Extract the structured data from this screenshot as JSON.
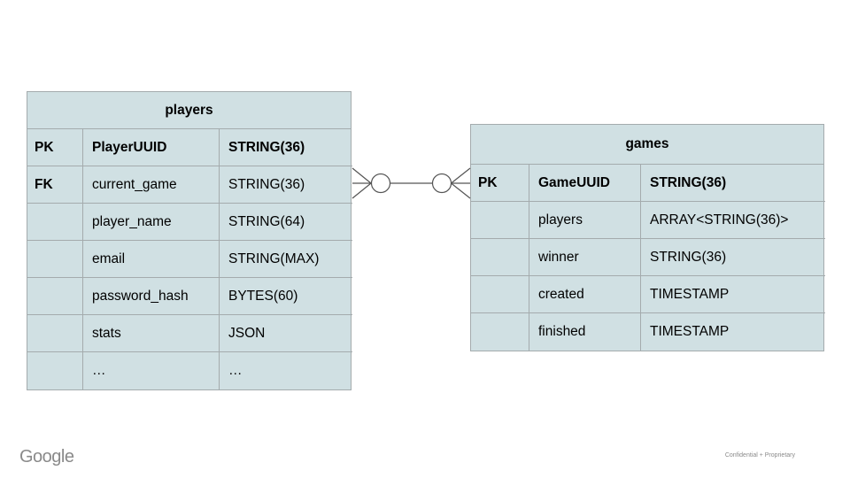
{
  "slide": {
    "footer": {
      "logo_text": "Google",
      "confidential_text": "Confidential + Proprietary"
    }
  },
  "colors": {
    "cell_fill": "#d0e0e3",
    "border": "#a4abad",
    "text": "#000000",
    "connector": "#545454",
    "footer_gray": "#8a8a8a"
  },
  "tables": {
    "players": {
      "title": "players",
      "rows": [
        {
          "key": "PK",
          "name": "PlayerUUID",
          "type": "STRING(36)",
          "emphasis": "all"
        },
        {
          "key": "FK",
          "name": "current_game",
          "type": "STRING(36)",
          "emphasis": "key"
        },
        {
          "key": "",
          "name": "player_name",
          "type": "STRING(64)",
          "emphasis": "none"
        },
        {
          "key": "",
          "name": "email",
          "type": "STRING(MAX)",
          "emphasis": "none"
        },
        {
          "key": "",
          "name": "password_hash",
          "type": "BYTES(60)",
          "emphasis": "none"
        },
        {
          "key": "",
          "name": "stats",
          "type": "JSON",
          "emphasis": "none"
        },
        {
          "key": "",
          "name": "…",
          "type": "…",
          "emphasis": "none"
        }
      ]
    },
    "games": {
      "title": "games",
      "rows": [
        {
          "key": "PK",
          "name": "GameUUID",
          "type": "STRING(36)",
          "emphasis": "all"
        },
        {
          "key": "",
          "name": "players",
          "type": "ARRAY<STRING(36)>",
          "emphasis": "none"
        },
        {
          "key": "",
          "name": "winner",
          "type": "STRING(36)",
          "emphasis": "none"
        },
        {
          "key": "",
          "name": "created",
          "type": "TIMESTAMP",
          "emphasis": "none"
        },
        {
          "key": "",
          "name": "finished",
          "type": "TIMESTAMP",
          "emphasis": "none"
        }
      ]
    }
  },
  "connector": {
    "type": "many-to-many",
    "left_end": "crow-foot-with-circle",
    "right_end": "crow-foot-with-circle"
  }
}
